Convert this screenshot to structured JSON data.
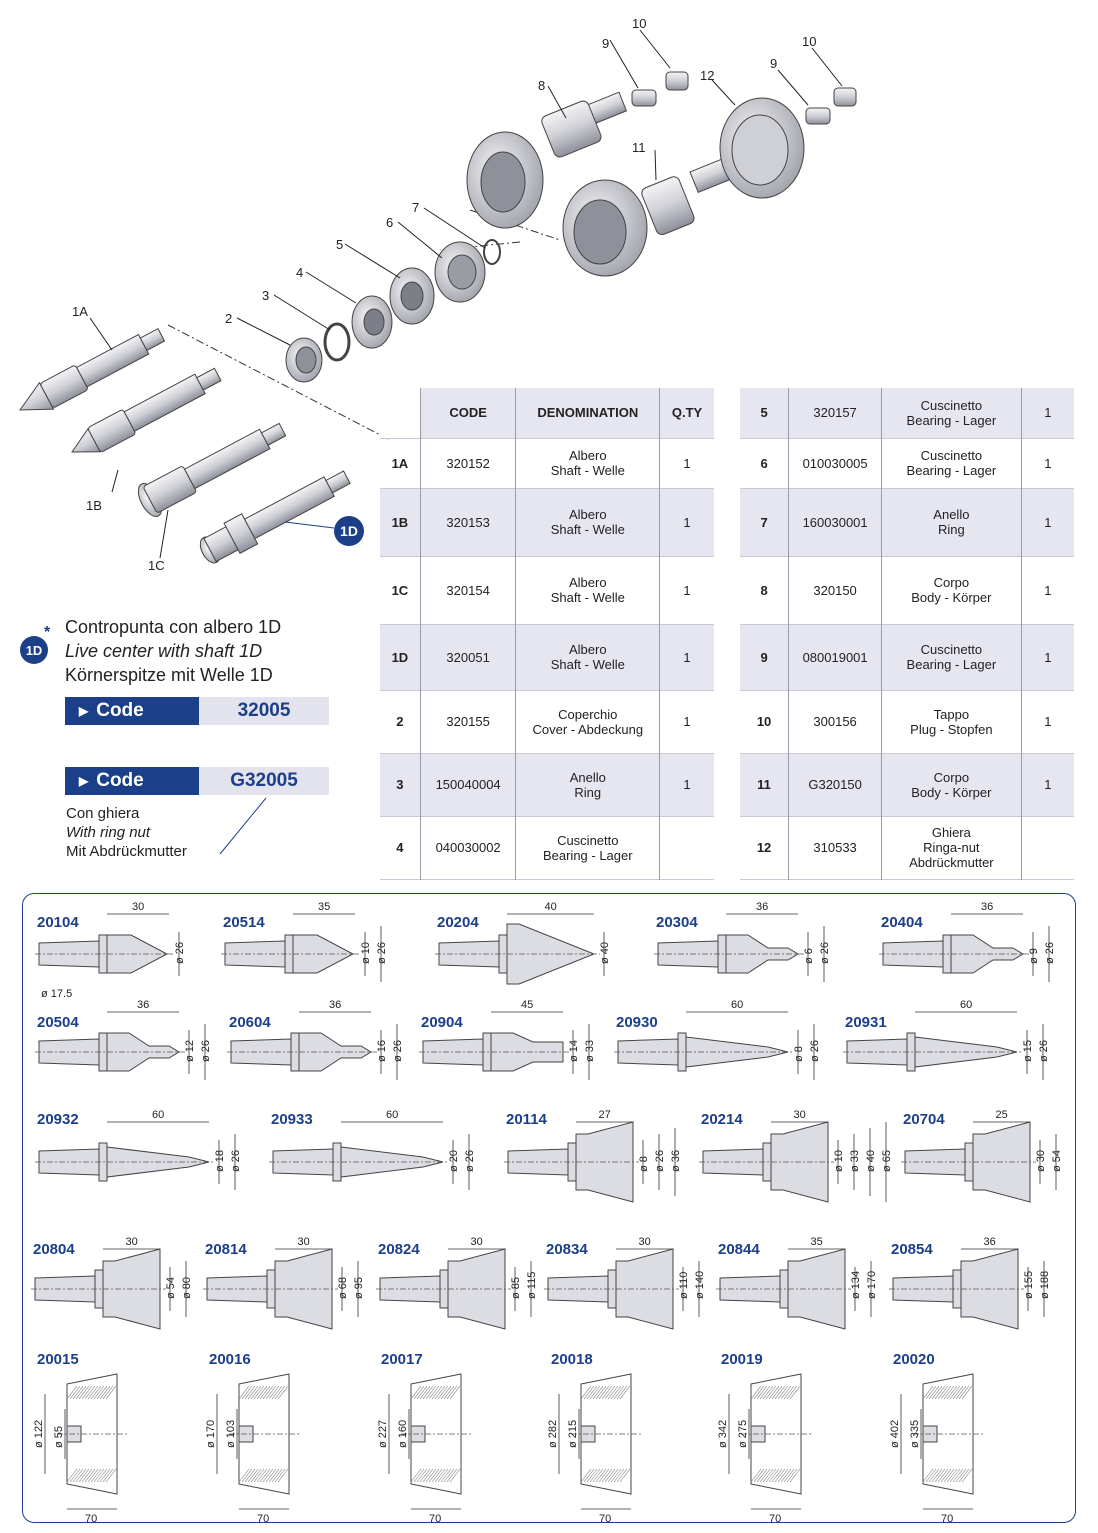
{
  "diagram": {
    "callouts": [
      "1A",
      "1B",
      "1C",
      "1D",
      "2",
      "3",
      "4",
      "5",
      "6",
      "7",
      "8",
      "9",
      "10",
      "11",
      "12",
      "9",
      "10"
    ]
  },
  "legend": {
    "badge": "1D",
    "asterisk": "*",
    "line_it": "Contropunta con albero 1D",
    "line_en": "Live center with shaft 1D",
    "line_de": "Körnerspitze mit Welle 1D",
    "code_bar_1": {
      "label": "Code",
      "value": "32005"
    },
    "code_bar_2": {
      "label": "Code",
      "value": "G32005"
    },
    "ring_nut": [
      "Con ghiera",
      "With ring nut",
      "Mit Abdrückmutter"
    ]
  },
  "table_left": {
    "headers": [
      "",
      "CODE",
      "DENOMINATION",
      "Q.TY"
    ],
    "rows": [
      {
        "num": "1A",
        "code": "320152",
        "d1": "Albero",
        "d2": "Shaft - Welle",
        "d3": "",
        "qty": "1"
      },
      {
        "num": "1B",
        "code": "320153",
        "d1": "Albero",
        "d2": "Shaft - Welle",
        "d3": "",
        "qty": "1"
      },
      {
        "num": "1C",
        "code": "320154",
        "d1": "Albero",
        "d2": "Shaft - Welle",
        "d3": "",
        "qty": "1"
      },
      {
        "num": "1D",
        "code": "320051",
        "d1": "Albero",
        "d2": "Shaft - Welle",
        "d3": "",
        "qty": "1"
      },
      {
        "num": "2",
        "code": "320155",
        "d1": "Coperchio",
        "d2": "Cover - Abdeckung",
        "d3": "",
        "qty": "1"
      },
      {
        "num": "3",
        "code": "150040004",
        "d1": "Anello",
        "d2": "Ring",
        "d3": "",
        "qty": "1"
      },
      {
        "num": "4",
        "code": "040030002",
        "d1": "Cuscinetto",
        "d2": "Bearing - Lager",
        "d3": "",
        "qty": ""
      }
    ]
  },
  "table_right": {
    "rows": [
      {
        "num": "5",
        "code": "320157",
        "d1": "Cuscinetto",
        "d2": "Bearing - Lager",
        "d3": "",
        "qty": "1"
      },
      {
        "num": "6",
        "code": "010030005",
        "d1": "Cuscinetto",
        "d2": "Bearing - Lager",
        "d3": "",
        "qty": "1"
      },
      {
        "num": "7",
        "code": "160030001",
        "d1": "Anello",
        "d2": "Ring",
        "d3": "",
        "qty": "1"
      },
      {
        "num": "8",
        "code": "320150",
        "d1": "Corpo",
        "d2": "Body - Körper",
        "d3": "",
        "qty": "1"
      },
      {
        "num": "9",
        "code": "080019001",
        "d1": "Cuscinetto",
        "d2": "Bearing - Lager",
        "d3": "",
        "qty": "1"
      },
      {
        "num": "10",
        "code": "300156",
        "d1": "Tappo",
        "d2": "Plug - Stopfen",
        "d3": "",
        "qty": "1"
      },
      {
        "num": "11",
        "code": "G320150",
        "d1": "Corpo",
        "d2": "Body - Körper",
        "d3": "",
        "qty": "1"
      },
      {
        "num": "12",
        "code": "310533",
        "d1": "Ghiera",
        "d2": "Ringa-nut",
        "d3": "Abdrückmutter",
        "qty": ""
      }
    ]
  },
  "catalog": {
    "row1": [
      {
        "code": "20104",
        "len": "30",
        "dims": [
          "ø 26"
        ],
        "extra": "ø 17.5"
      },
      {
        "code": "20514",
        "len": "35",
        "dims": [
          "ø 10",
          "ø 26"
        ]
      },
      {
        "code": "20204",
        "len": "40",
        "dims": [
          "ø 40"
        ]
      },
      {
        "code": "20304",
        "len": "36",
        "dims": [
          "ø 6",
          "ø 26"
        ]
      },
      {
        "code": "20404",
        "len": "36",
        "dims": [
          "ø 9",
          "ø 26"
        ]
      }
    ],
    "row2": [
      {
        "code": "20504",
        "len": "36",
        "dims": [
          "ø 12",
          "ø 26"
        ]
      },
      {
        "code": "20604",
        "len": "36",
        "dims": [
          "ø 16",
          "ø 26"
        ]
      },
      {
        "code": "20904",
        "len": "45",
        "dims": [
          "ø 14",
          "ø 33"
        ]
      },
      {
        "code": "20930",
        "len": "60",
        "dims": [
          "ø 8",
          "ø 26"
        ]
      },
      {
        "code": "20931",
        "len": "60",
        "dims": [
          "ø 15",
          "ø 26"
        ]
      }
    ],
    "row3": [
      {
        "code": "20932",
        "len": "60",
        "dims": [
          "ø 18",
          "ø 26"
        ]
      },
      {
        "code": "20933",
        "len": "60",
        "dims": [
          "ø 20",
          "ø 26"
        ]
      },
      {
        "code": "20114",
        "len": "27",
        "dims": [
          "ø 8",
          "ø 26",
          "ø 36"
        ]
      },
      {
        "code": "20214",
        "len": "30",
        "dims": [
          "ø 10",
          "ø 33",
          "ø 40",
          "ø 65"
        ]
      },
      {
        "code": "20704",
        "len": "25",
        "dims": [
          "ø 30",
          "ø 54"
        ]
      }
    ],
    "row4": [
      {
        "code": "20804",
        "len": "30",
        "dims": [
          "ø 54",
          "ø 80"
        ]
      },
      {
        "code": "20814",
        "len": "30",
        "dims": [
          "ø 68",
          "ø 95"
        ]
      },
      {
        "code": "20824",
        "len": "30",
        "dims": [
          "ø 85",
          "ø 115"
        ]
      },
      {
        "code": "20834",
        "len": "30",
        "dims": [
          "ø 110",
          "ø 140"
        ]
      },
      {
        "code": "20844",
        "len": "35",
        "dims": [
          "ø 134",
          "ø 170"
        ]
      },
      {
        "code": "20854",
        "len": "36",
        "dims": [
          "ø 155",
          "ø 188"
        ]
      }
    ],
    "row5": [
      {
        "code": "20015",
        "len": "70",
        "dims": [
          "ø 122",
          "ø 55"
        ]
      },
      {
        "code": "20016",
        "len": "70",
        "dims": [
          "ø 170",
          "ø 103"
        ]
      },
      {
        "code": "20017",
        "len": "70",
        "dims": [
          "ø 227",
          "ø 160"
        ]
      },
      {
        "code": "20018",
        "len": "70",
        "dims": [
          "ø 282",
          "ø 215"
        ]
      },
      {
        "code": "20019",
        "len": "70",
        "dims": [
          "ø 342",
          "ø 275"
        ]
      },
      {
        "code": "20020",
        "len": "70",
        "dims": [
          "ø 402",
          "ø 335"
        ]
      }
    ]
  }
}
